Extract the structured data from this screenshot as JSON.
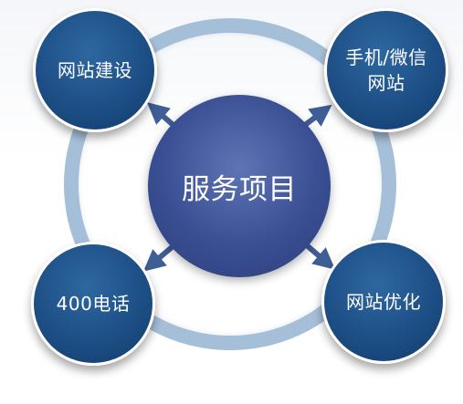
{
  "diagram": {
    "center": {
      "label": "服务项目"
    },
    "nodes": [
      {
        "id": "tl",
        "label": "网站建设"
      },
      {
        "id": "tr",
        "label": "手机/微信\n网站"
      },
      {
        "id": "bl",
        "label": "400电话"
      },
      {
        "id": "br",
        "label": "网站优化"
      }
    ]
  },
  "colors": {
    "ring": "#a6bfd8",
    "outer_node": "#1d4f86",
    "center_node": "#3a4f93",
    "arrow": "#3f5e96"
  }
}
